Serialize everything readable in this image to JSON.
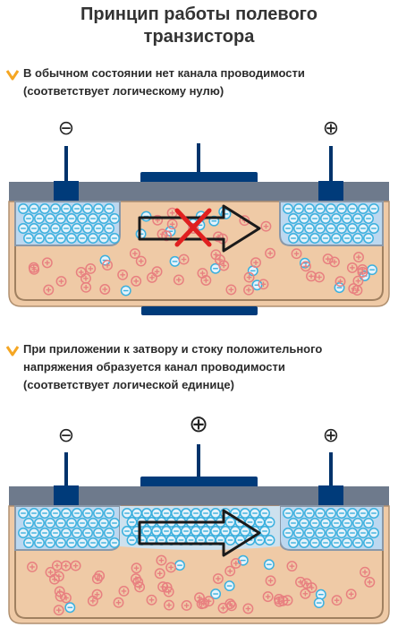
{
  "title": {
    "line1": "Принцип работы полевого",
    "line2": "транзистора"
  },
  "sections": [
    {
      "caption_lines": [
        "В обычном состоянии нет канала проводимости",
        "(соответствует логическому нулю)"
      ],
      "source_terminal": "⊖",
      "drain_terminal": "⊕",
      "gate_terminal": "",
      "channel": false
    },
    {
      "caption_lines": [
        "При приложении к затвору и стоку положительного",
        "напряжения образуется канал проводимости",
        "(соответствует логической единице)"
      ],
      "source_terminal": "⊖",
      "drain_terminal": "⊕",
      "gate_terminal": "⊕",
      "channel": true
    }
  ],
  "colors": {
    "accent": "#f5a623",
    "metal": "#003b7a",
    "oxide": "#6e7a8c",
    "substrate": "#efcaa6",
    "n_region": "#bcd8f0",
    "electron": "#3bb0de",
    "hole": "#e88080",
    "cross": "#e02020"
  }
}
